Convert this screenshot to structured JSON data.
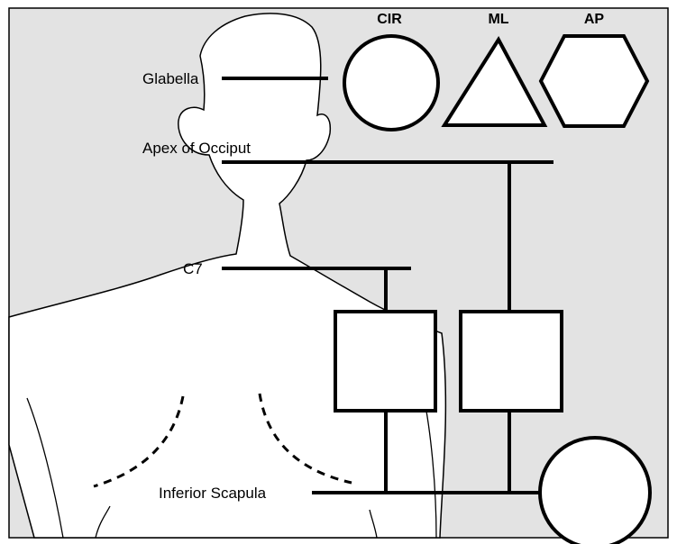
{
  "headers": {
    "cir": "CIR",
    "ml": "ML",
    "ap": "AP"
  },
  "landmarks": {
    "glabella": "Glabella",
    "apex_of_occiput": "Apex of Occiput",
    "c7": "C7",
    "inferior_scapula": "Inferior Scapula"
  },
  "colors": {
    "background": "#e3e3e3",
    "silhouette": "#ffffff",
    "stroke": "#000000"
  }
}
